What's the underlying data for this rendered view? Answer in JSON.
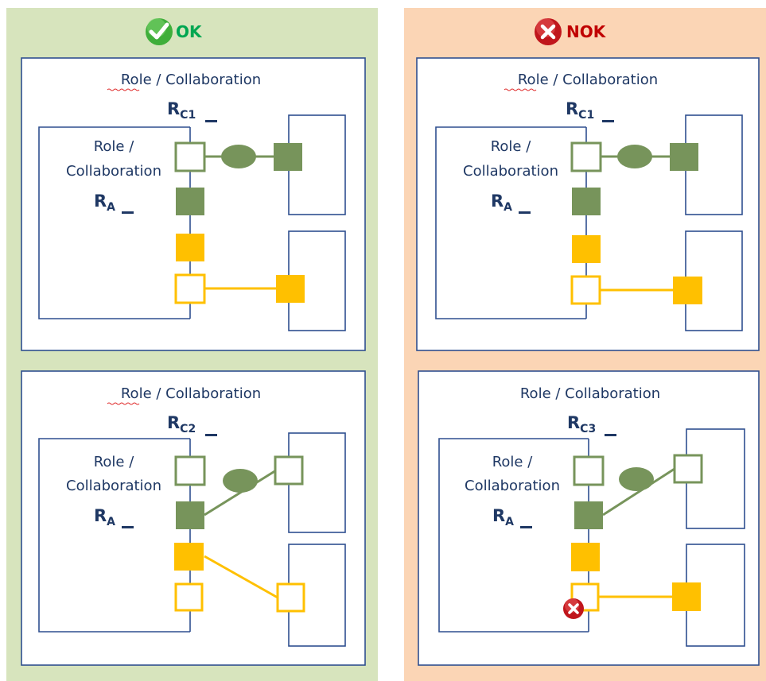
{
  "columns": {
    "ok": {
      "label": "OK",
      "icon": "check-icon",
      "background": "#d7e4bd",
      "label_color": "#00a651"
    },
    "nok": {
      "label": "NOK",
      "icon": "cross-icon",
      "background": "#fbd5b5",
      "label_color": "#c00000"
    }
  },
  "panels": {
    "ok_top": {
      "outer_title": "Role / Collaboration",
      "outer_name": "R",
      "outer_sub": "C1",
      "inner_title_1": "Role /",
      "inner_title_2": "Collaboration",
      "inner_name": "R",
      "inner_sub": "A"
    },
    "ok_bottom": {
      "outer_title": "Role / Collaboration",
      "outer_name": "R",
      "outer_sub": "C2",
      "inner_title_1": "Role /",
      "inner_title_2": "Collaboration",
      "inner_name": "R",
      "inner_sub": "A"
    },
    "nok_top": {
      "outer_title": "Role / Collaboration",
      "outer_name": "R",
      "outer_sub": "C1",
      "inner_title_1": "Role /",
      "inner_title_2": "Collaboration",
      "inner_name": "R",
      "inner_sub": "A"
    },
    "nok_bottom": {
      "outer_title": "Role / Collaboration",
      "outer_name": "R",
      "outer_sub": "C3",
      "inner_title_1": "Role /",
      "inner_title_2": "Collaboration",
      "inner_name": "R",
      "inner_sub": "A"
    }
  },
  "colors": {
    "border": "#2f4f8f",
    "green_port": "#77945b",
    "yellow_port": "#ffc000",
    "error_badge": "#c0161c"
  }
}
